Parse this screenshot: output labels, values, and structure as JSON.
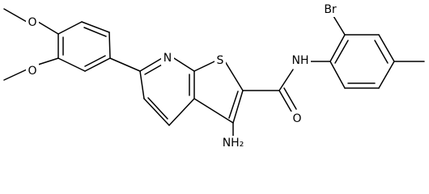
{
  "molecule": {
    "colors": {
      "bond": "#000000",
      "label": "#000000",
      "background": "#ffffff"
    },
    "atom_labels": {
      "O_top": "O",
      "O_mid": "O",
      "N_pyridine": "N",
      "S_thiophene": "S",
      "Br": "Br",
      "NH_amide": "NH",
      "O_carbonyl": "O",
      "NH2_amino": "NH₂"
    }
  }
}
